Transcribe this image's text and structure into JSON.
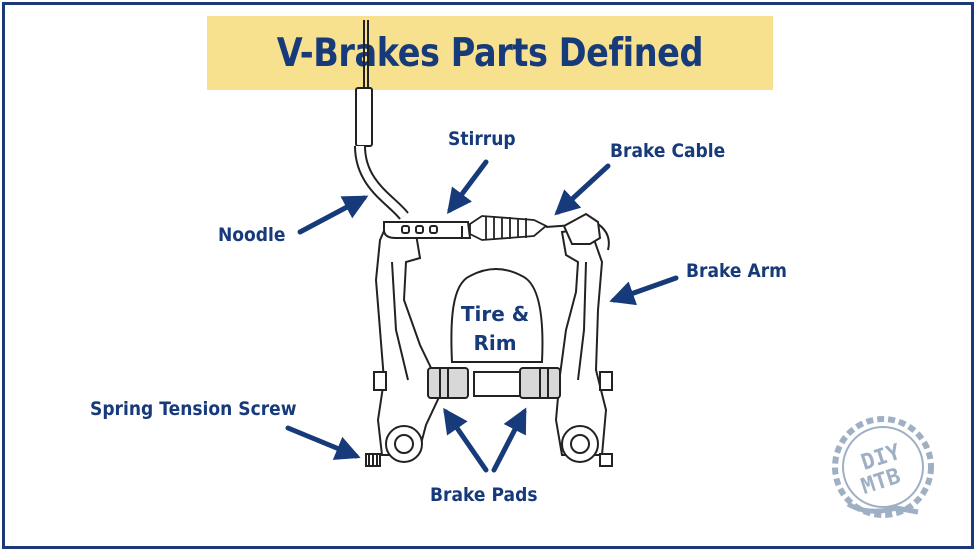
{
  "title": "V-Brakes Parts Defined",
  "labels": {
    "stirrup": "Stirrup",
    "brake_cable": "Brake Cable",
    "noodle": "Noodle",
    "brake_arm": "Brake Arm",
    "tire_rim_line1": "Tire &",
    "tire_rim_line2": "Rim",
    "spring_tension_screw": "Spring Tension Screw",
    "brake_pads": "Brake Pads"
  },
  "logo": {
    "line1": "DIY",
    "line2": "MTB"
  },
  "colors": {
    "navy": "#173a7a",
    "title_highlight": "#f7e08e",
    "border": "#1c3a7a",
    "logo": "#9fb0c4"
  }
}
